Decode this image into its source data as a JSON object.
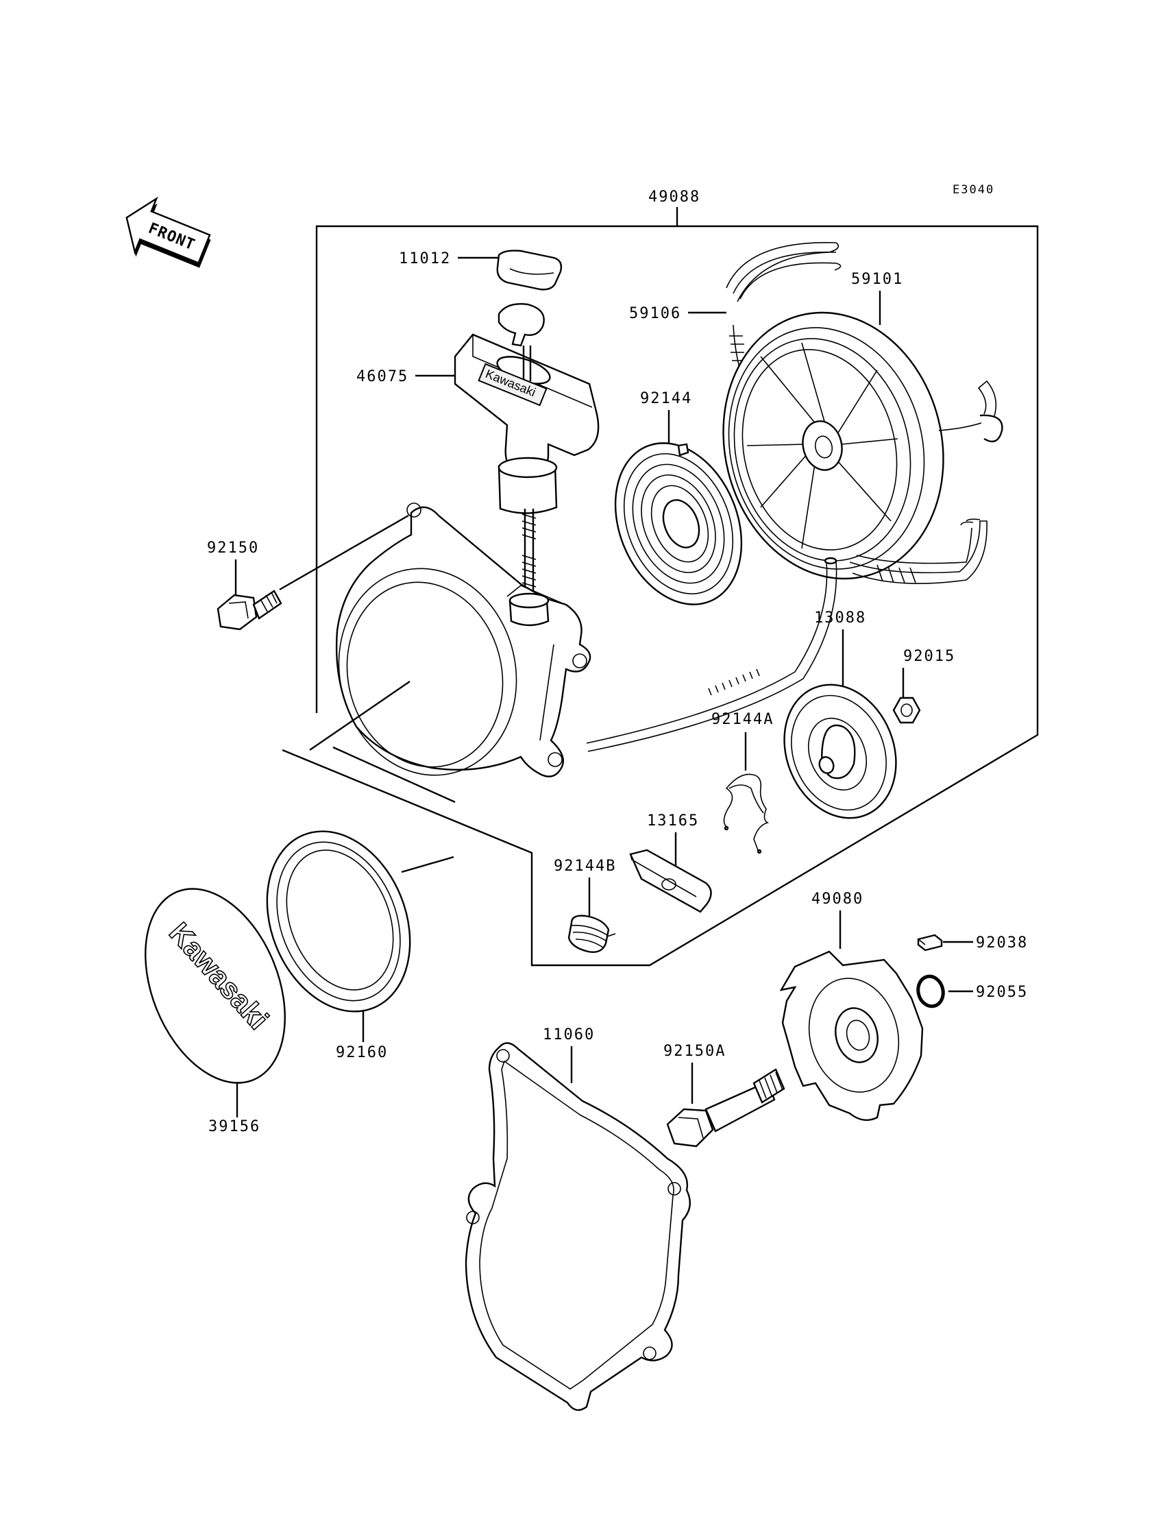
{
  "drawing_code": "E3040",
  "front_label": "FRONT",
  "cover_brand": "Kawasaki",
  "handle_brand": "Kawasaki",
  "colors": {
    "ink": "#000000",
    "paper": "#ffffff"
  },
  "part_labels": {
    "p49088": "49088",
    "p11012": "11012",
    "p59101": "59101",
    "p59106": "59106",
    "p46075": "46075",
    "p92144": "92144",
    "p92150": "92150",
    "p13088": "13088",
    "p92015": "92015",
    "p92144A": "92144A",
    "p13165": "13165",
    "p92144B": "92144B",
    "p49080": "49080",
    "p92038": "92038",
    "p92055": "92055",
    "p92160": "92160",
    "p39156": "39156",
    "p11060": "11060",
    "p92150A": "92150A"
  }
}
